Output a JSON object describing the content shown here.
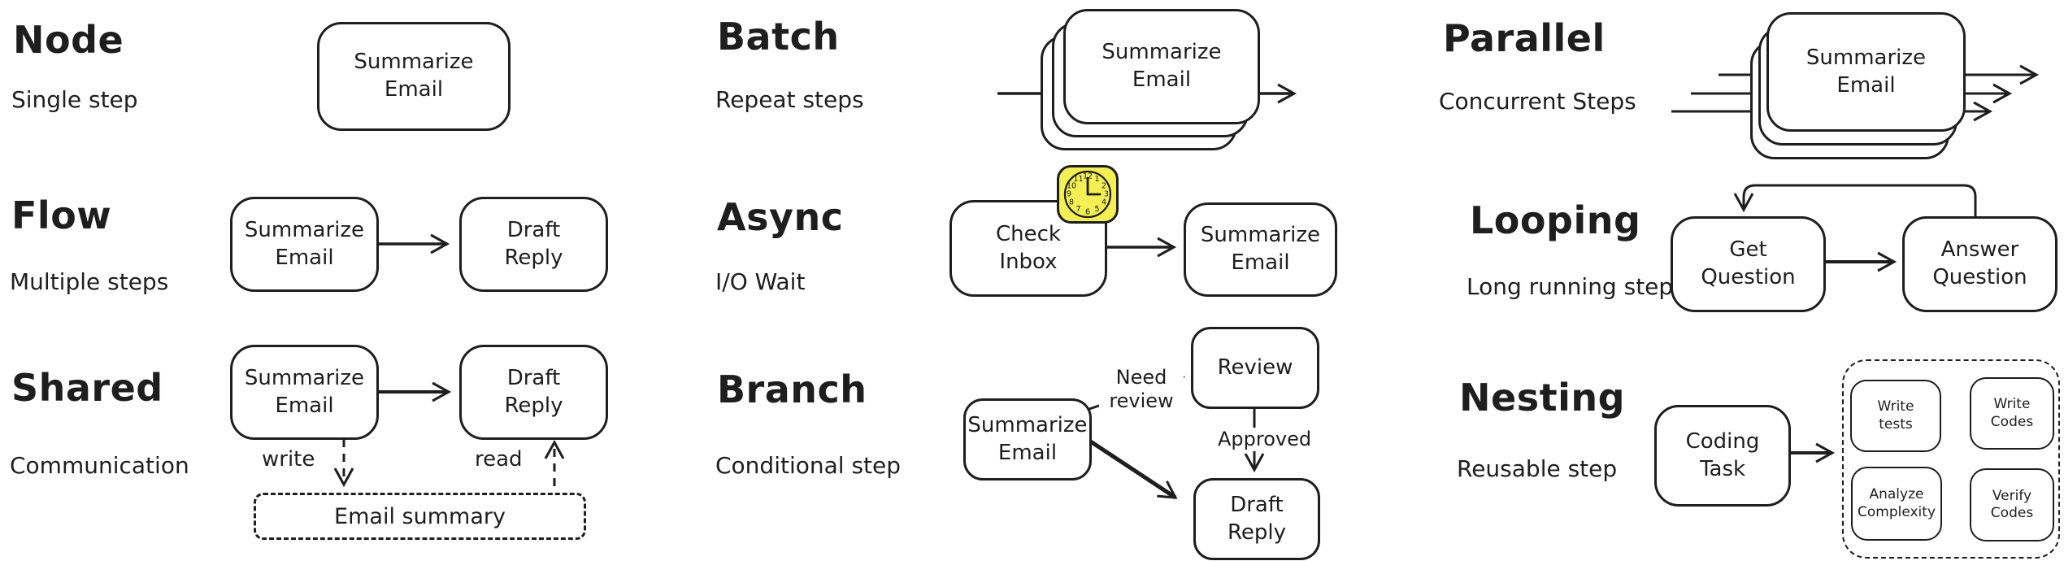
{
  "palette": {
    "stroke": "#1e1e1e",
    "background": "#ffffff",
    "clock_fill": "#f3ef55"
  },
  "sections": [
    {
      "key": "node",
      "title": "Node",
      "subtitle": "Single step",
      "boxes": [
        "Summarize\nEmail"
      ]
    },
    {
      "key": "flow",
      "title": "Flow",
      "subtitle": "Multiple steps",
      "boxes": [
        "Summarize\nEmail",
        "Draft\nReply"
      ]
    },
    {
      "key": "shared",
      "title": "Shared",
      "subtitle": "Communication",
      "boxes": [
        "Summarize\nEmail",
        "Draft\nReply"
      ],
      "labels": {
        "write": "write",
        "read": "read"
      },
      "store": "Email summary"
    },
    {
      "key": "batch",
      "title": "Batch",
      "subtitle": "Repeat steps",
      "boxes": [
        "Summarize\nEmail"
      ]
    },
    {
      "key": "async",
      "title": "Async",
      "subtitle": "I/O Wait",
      "boxes": [
        "Check\nInbox",
        "Summarize\nEmail"
      ],
      "clock": {
        "time": "3:00",
        "numbers": [
          "12",
          "1",
          "2",
          "3",
          "4",
          "5",
          "6",
          "7",
          "8",
          "9",
          "10",
          "11"
        ]
      }
    },
    {
      "key": "branch",
      "title": "Branch",
      "subtitle": "Conditional step",
      "boxes": [
        "Summarize\nEmail",
        "Review",
        "Draft\nReply"
      ],
      "labels": {
        "need_review": "Need\nreview",
        "approved": "Approved"
      }
    },
    {
      "key": "parallel",
      "title": "Parallel",
      "subtitle": "Concurrent Steps",
      "boxes": [
        "Summarize\nEmail"
      ]
    },
    {
      "key": "looping",
      "title": "Looping",
      "subtitle": "Long running step",
      "boxes": [
        "Get\nQuestion",
        "Answer\nQuestion"
      ]
    },
    {
      "key": "nesting",
      "title": "Nesting",
      "subtitle": "Reusable step",
      "boxes": [
        "Coding\nTask",
        "Write\ntests",
        "Write\nCodes",
        "Analyze\nComplexity",
        "Verify\nCodes"
      ]
    }
  ]
}
